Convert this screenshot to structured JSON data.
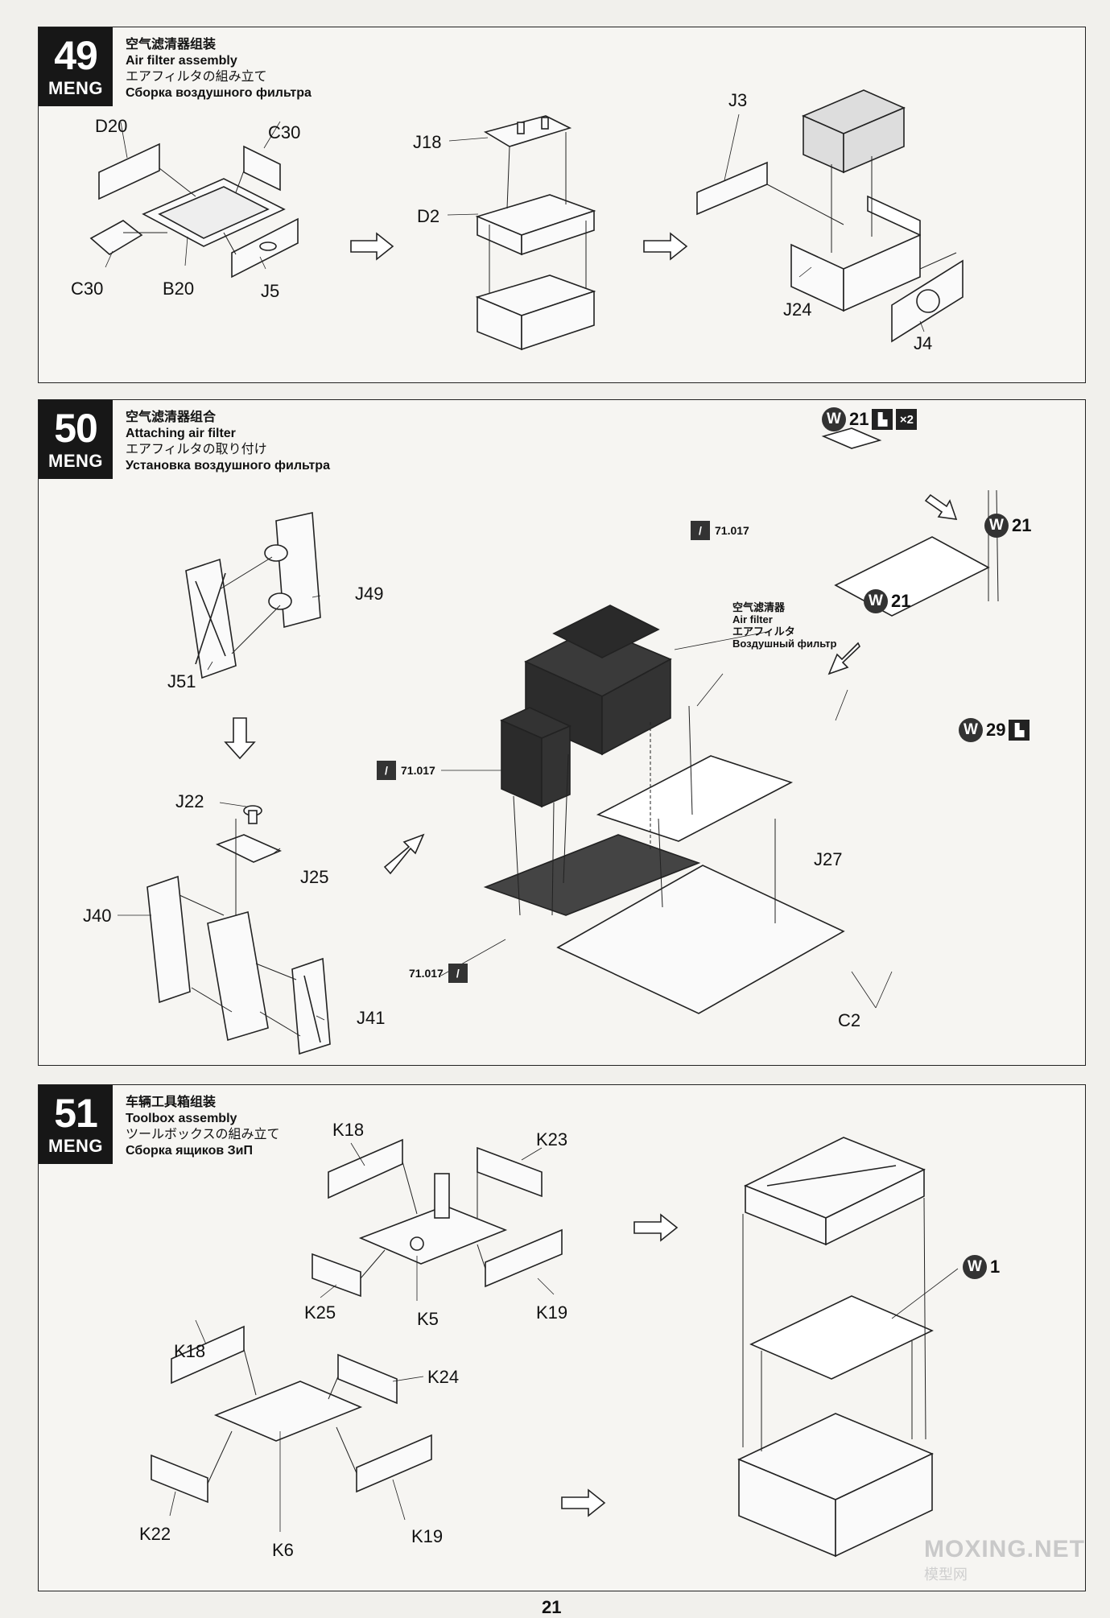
{
  "brand": "MENG",
  "steps": [
    {
      "number": "49",
      "title_cn": "空气滤清器组装",
      "title_en": "Air filter assembly",
      "title_jp": "エアフィルタの組み立て",
      "title_ru": "Сборка воздушного фильтра",
      "parts": {
        "d20": "D20",
        "c30a": "C30",
        "c30b": "C30",
        "b20": "B20",
        "j5": "J5",
        "j18": "J18",
        "d2": "D2",
        "j3": "J3",
        "j24": "J24",
        "j4": "J4"
      }
    },
    {
      "number": "50",
      "title_cn": "空气滤清器组合",
      "title_en": "Attaching air filter",
      "title_jp": "エアフィルタの取り付け",
      "title_ru": "Установка воздушного фильтра",
      "parts": {
        "j49": "J49",
        "j51": "J51",
        "j22": "J22",
        "j25": "J25",
        "j40": "J40",
        "j41": "J41",
        "j27": "J27",
        "c2": "C2"
      },
      "paint_code": "71.017",
      "callout_cn": "空气滤清器",
      "callout_en": "Air filter",
      "callout_jp": "エアフィルタ",
      "callout_ru": "Воздушный фильтр",
      "wchips": {
        "w21a": "21",
        "x2": "×2",
        "w21b": "21",
        "w21c": "21",
        "w29": "29"
      }
    },
    {
      "number": "51",
      "title_cn": "车辆工具箱组装",
      "title_en": "Toolbox assembly",
      "title_jp": "ツールボックスの組み立て",
      "title_ru": "Сборка ящиков ЗиП",
      "parts": {
        "k18a": "K18",
        "k23": "K23",
        "k25": "K25",
        "k5": "K5",
        "k19a": "K19",
        "k18b": "K18",
        "k24": "K24",
        "k22": "K22",
        "k6": "K6",
        "k19b": "K19"
      },
      "wchips": {
        "w1": "1"
      }
    }
  ],
  "page_number": "21",
  "watermark": "MOXING.NET",
  "watermark_sub": "模型网"
}
